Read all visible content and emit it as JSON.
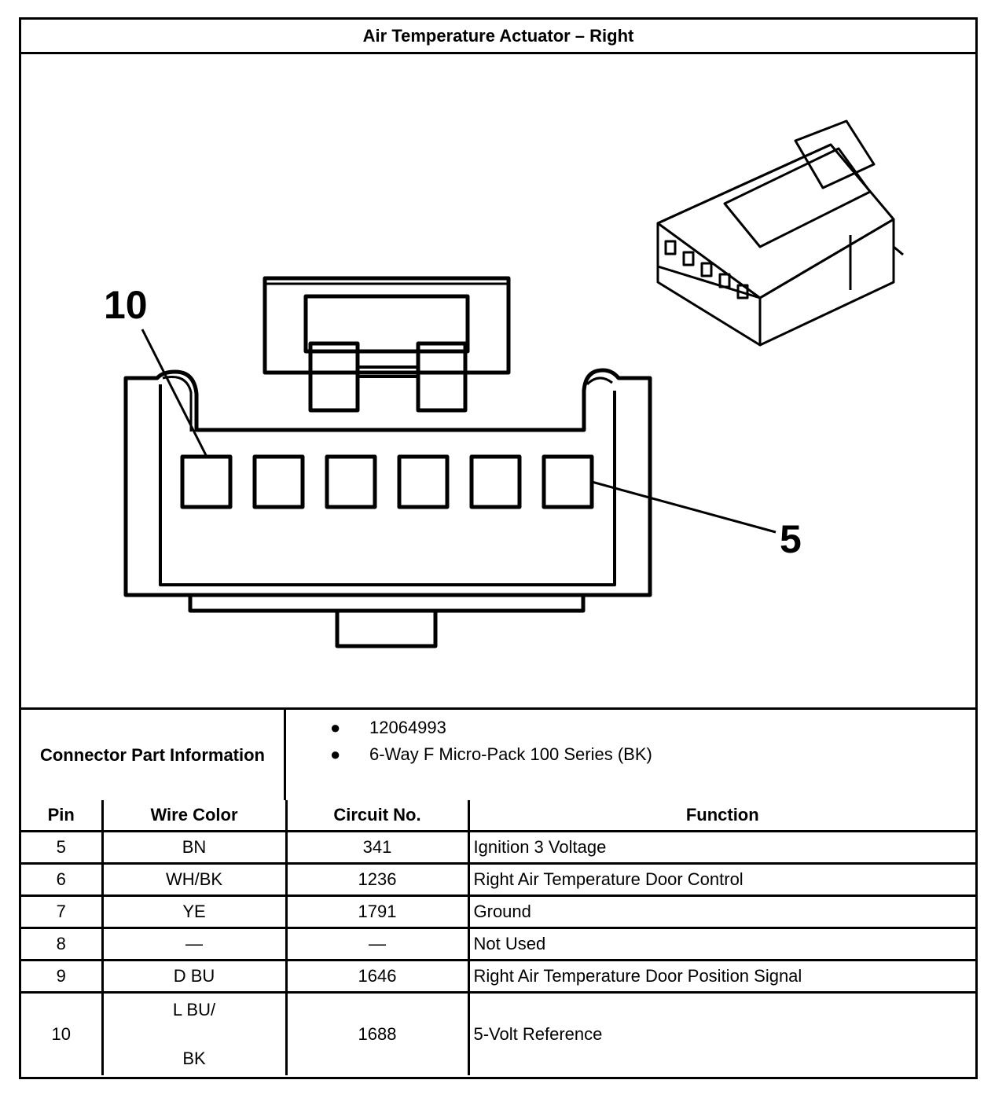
{
  "title": "Air Temperature Actuator – Right",
  "diagram": {
    "callout_left": "10",
    "callout_right": "5"
  },
  "connector_info": {
    "label": "Connector Part Information",
    "items": [
      "12064993",
      "6-Way F Micro-Pack 100 Series (BK)"
    ],
    "bullet": "●"
  },
  "table": {
    "headers": {
      "pin": "Pin",
      "wire_color": "Wire Color",
      "circuit": "Circuit No.",
      "function": "Function"
    },
    "rows": [
      {
        "pin": "5",
        "wire_color": "BN",
        "circuit": "341",
        "function": "Ignition 3 Voltage"
      },
      {
        "pin": "6",
        "wire_color": "WH/BK",
        "circuit": "1236",
        "function": "Right Air Temperature Door Control"
      },
      {
        "pin": "7",
        "wire_color": "YE",
        "circuit": "1791",
        "function": "Ground"
      },
      {
        "pin": "8",
        "wire_color": "—",
        "circuit": "—",
        "function": "Not Used"
      },
      {
        "pin": "9",
        "wire_color": "D BU",
        "circuit": "1646",
        "function": "Right Air Temperature Door Position Signal"
      },
      {
        "pin": "10",
        "wire_color_line1": "L BU/",
        "wire_color_line2": "BK",
        "circuit": "1688",
        "function": "5-Volt Reference"
      }
    ]
  }
}
